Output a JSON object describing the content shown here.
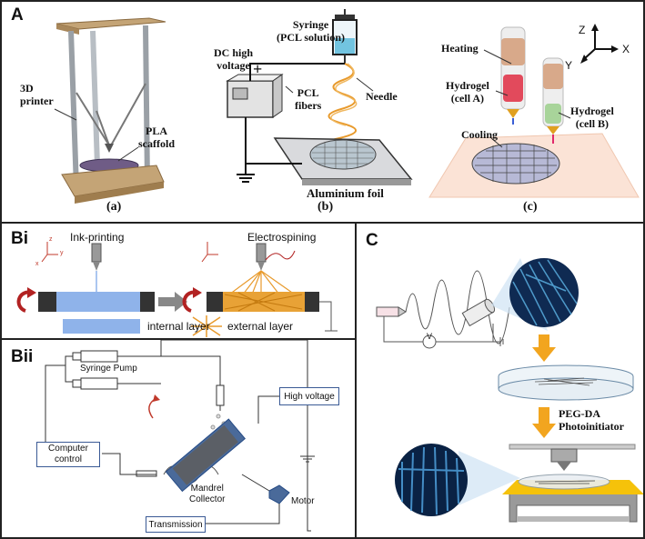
{
  "panelA": {
    "label": "A",
    "printer_label": "3D\nprinter",
    "pla_label": "PLA\nscaffold",
    "sub_a": "(a)",
    "syringe_label": "Syringe\n(PCL solution)",
    "dc_label": "DC high\nvoltage",
    "plus": "+",
    "needle_label": "Needle",
    "pcl_label": "PCL\nfibers",
    "foil_label": "Aluminium foil",
    "sub_b": "(b)",
    "heating_label": "Heating",
    "hydrogel_a": "Hydrogel\n(cell A)",
    "hydrogel_b": "Hydrogel\n(cell B)",
    "cooling_label": "Cooling",
    "axis_z": "Z",
    "axis_x": "X",
    "axis_y": "Y",
    "sub_c": "(c)"
  },
  "panelBi": {
    "label": "Bi",
    "ink_printing": "Ink-printing",
    "electrospinning": "Electrospining",
    "internal_layer": "internal layer",
    "external_layer": "external layer",
    "axis_x": "x",
    "axis_y": "y",
    "axis_z": "z"
  },
  "panelBii": {
    "label": "Bii",
    "syringe_pump": "Syringe Pump",
    "high_voltage": "High voltage",
    "computer_control": "Computer\ncontrol",
    "mandrel_collector": "Mandrel\nCollector",
    "motor": "Motor",
    "transmission": "Transmission"
  },
  "panelC": {
    "label": "C",
    "voltmeter": "V",
    "pegda": "PEG-DA\nPhotoinitiator"
  },
  "colors": {
    "border": "#222222",
    "box_border": "#3a5a95",
    "orange_arrow": "#f2a51f",
    "fiber_orange": "#e89a2c",
    "blue_layer": "#8fb3ea",
    "yellow_plate": "#f5c20a"
  }
}
